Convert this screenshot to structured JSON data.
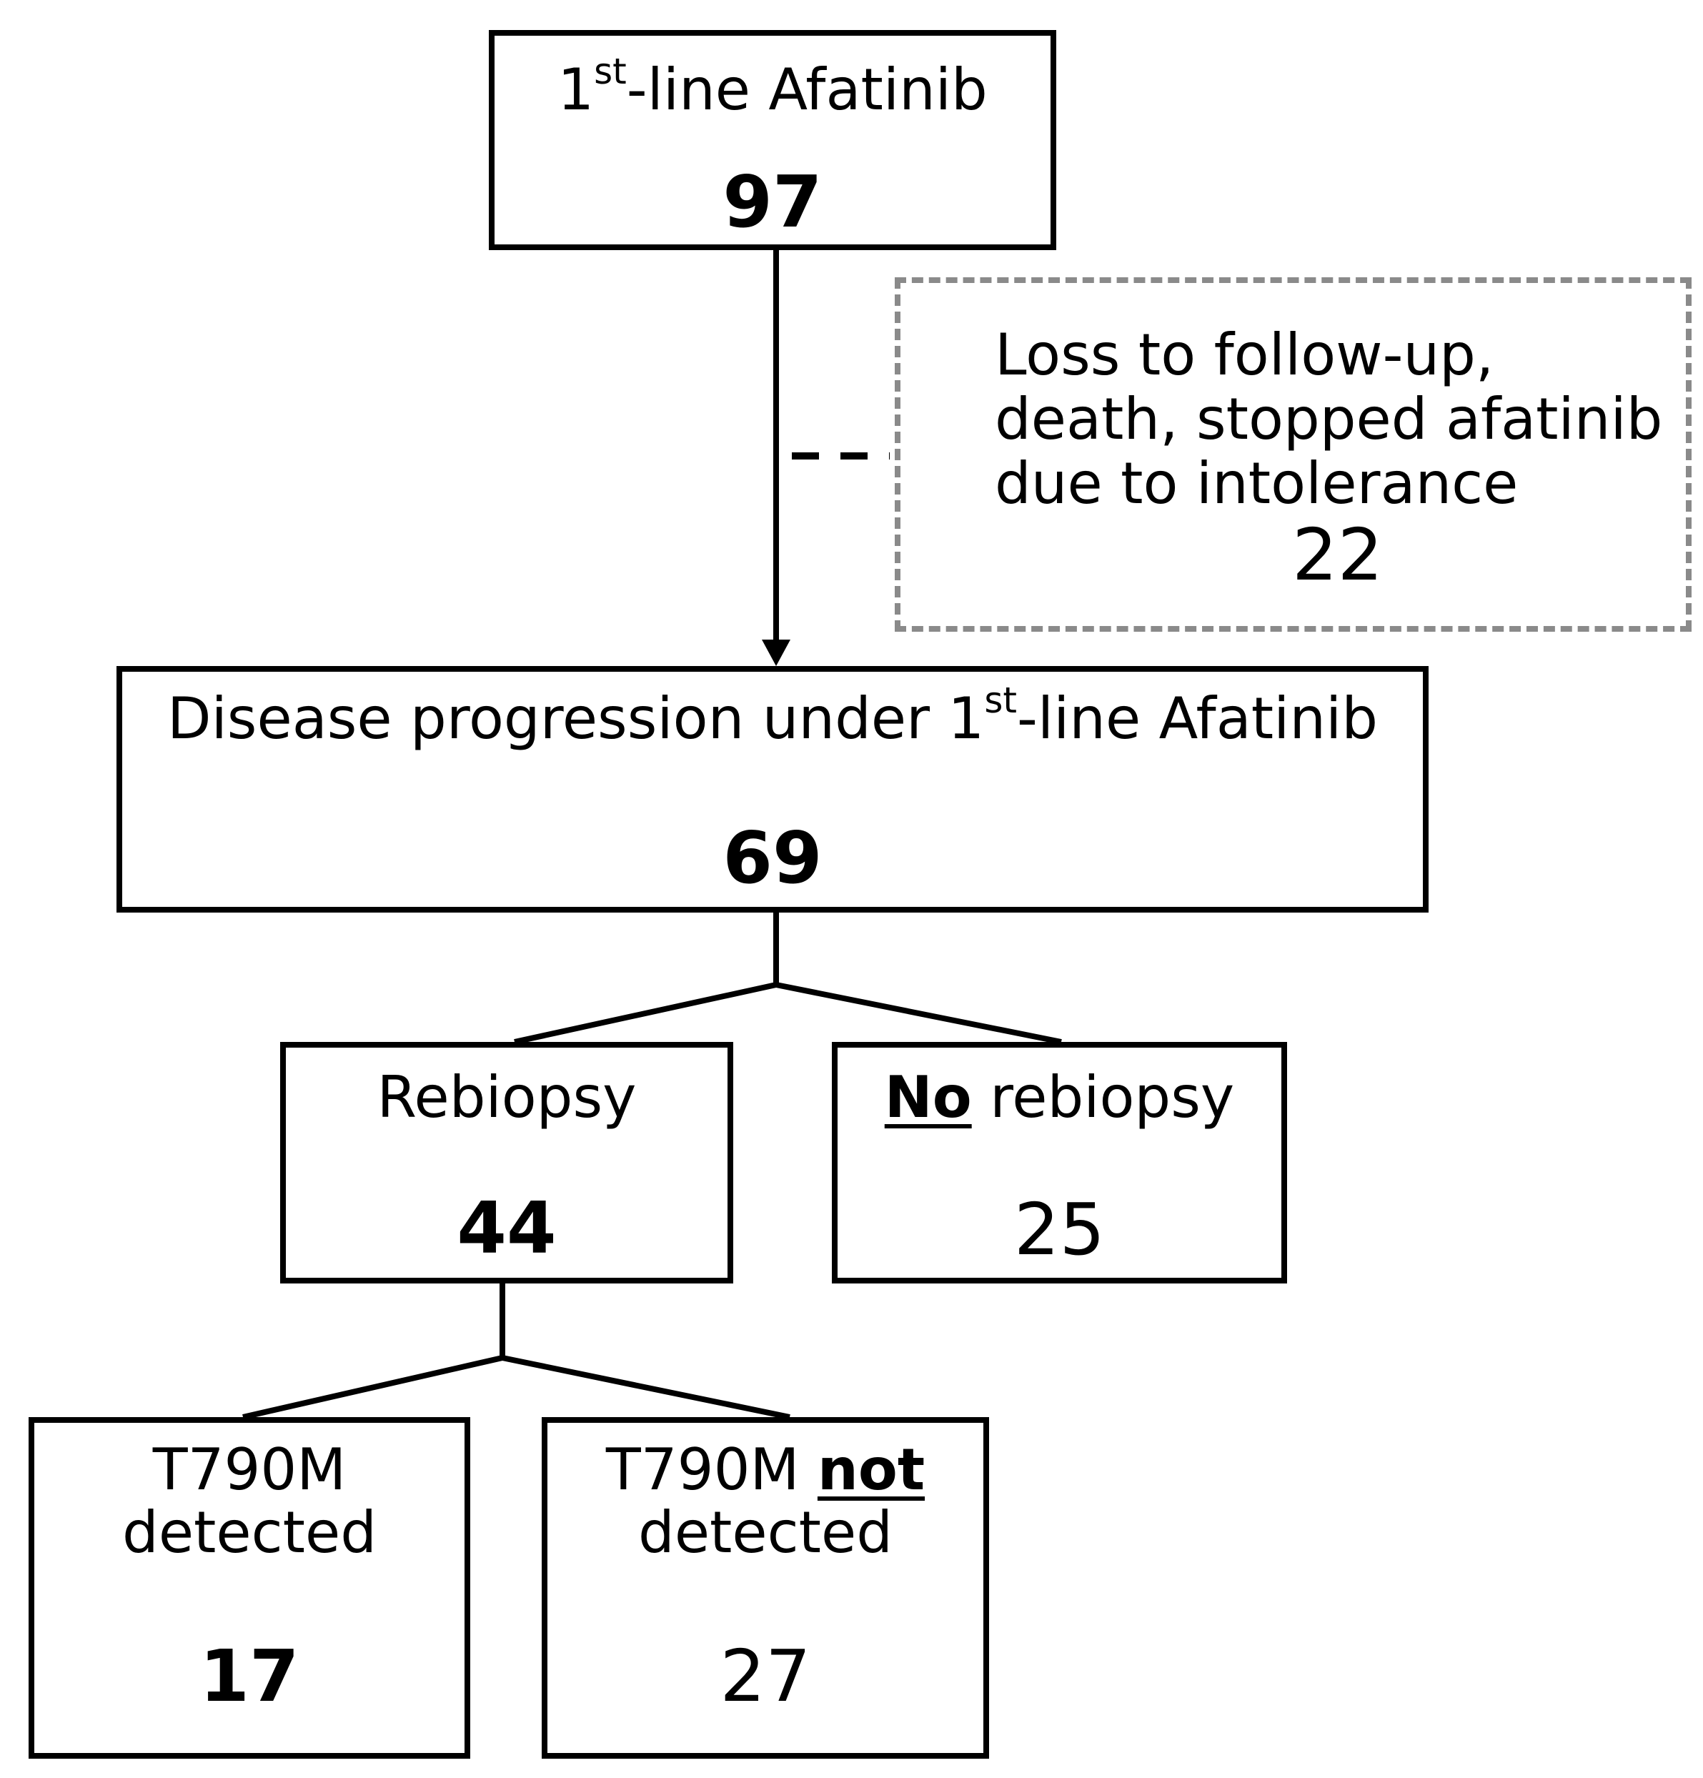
{
  "nodes": {
    "start": {
      "label_pre": "1",
      "label_sup": "st",
      "label_post": "-line Afatinib",
      "count": "97"
    },
    "excluded": {
      "line1": "Loss to follow-up,",
      "line2": "death, stopped afatinib",
      "line3": "due to intolerance",
      "count": "22"
    },
    "progression": {
      "label_pre": "Disease progression under 1",
      "label_sup": "st",
      "label_post": "-line Afatinib",
      "count": "69"
    },
    "rebiopsy": {
      "label": "Rebiopsy",
      "count": "44"
    },
    "no_rebiopsy": {
      "label_emph": "No",
      "label_post": " rebiopsy",
      "count": "25"
    },
    "t790m_detected": {
      "line1": "T790M",
      "line2": "detected",
      "count": "17"
    },
    "t790m_not_detected": {
      "line1_pre": "T790M ",
      "line1_emph": "not",
      "line2": "detected",
      "count": "27"
    }
  },
  "colors": {
    "box_border": "#000000",
    "dashed_border": "#8a8a8a"
  }
}
